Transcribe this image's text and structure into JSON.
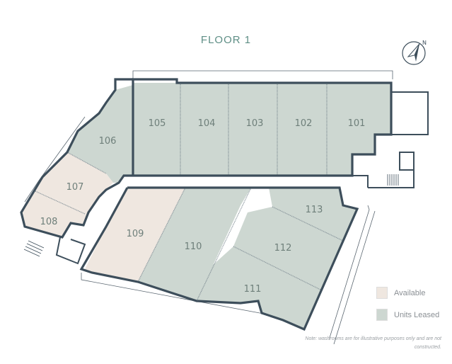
{
  "title": "FLOOR 1",
  "colors": {
    "available": "#efe7e0",
    "leased": "#cdd7d1",
    "wall": "#3d4e5b",
    "title": "#5f8f86",
    "label": "#6e7f7a"
  },
  "compass": {
    "icon": "north-arrow-icon",
    "label": "N"
  },
  "units": [
    {
      "id": "101",
      "status": "leased"
    },
    {
      "id": "102",
      "status": "leased"
    },
    {
      "id": "103",
      "status": "leased"
    },
    {
      "id": "104",
      "status": "leased"
    },
    {
      "id": "105",
      "status": "leased"
    },
    {
      "id": "106",
      "status": "leased"
    },
    {
      "id": "107",
      "status": "available"
    },
    {
      "id": "108",
      "status": "available"
    },
    {
      "id": "109",
      "status": "available"
    },
    {
      "id": "110",
      "status": "leased"
    },
    {
      "id": "111",
      "status": "leased"
    },
    {
      "id": "112",
      "status": "leased"
    },
    {
      "id": "113",
      "status": "leased"
    }
  ],
  "legend": {
    "available": "Available",
    "leased": "Units Leased"
  },
  "note": "Note: washrooms are for illustrative purposes only and are not constructed."
}
